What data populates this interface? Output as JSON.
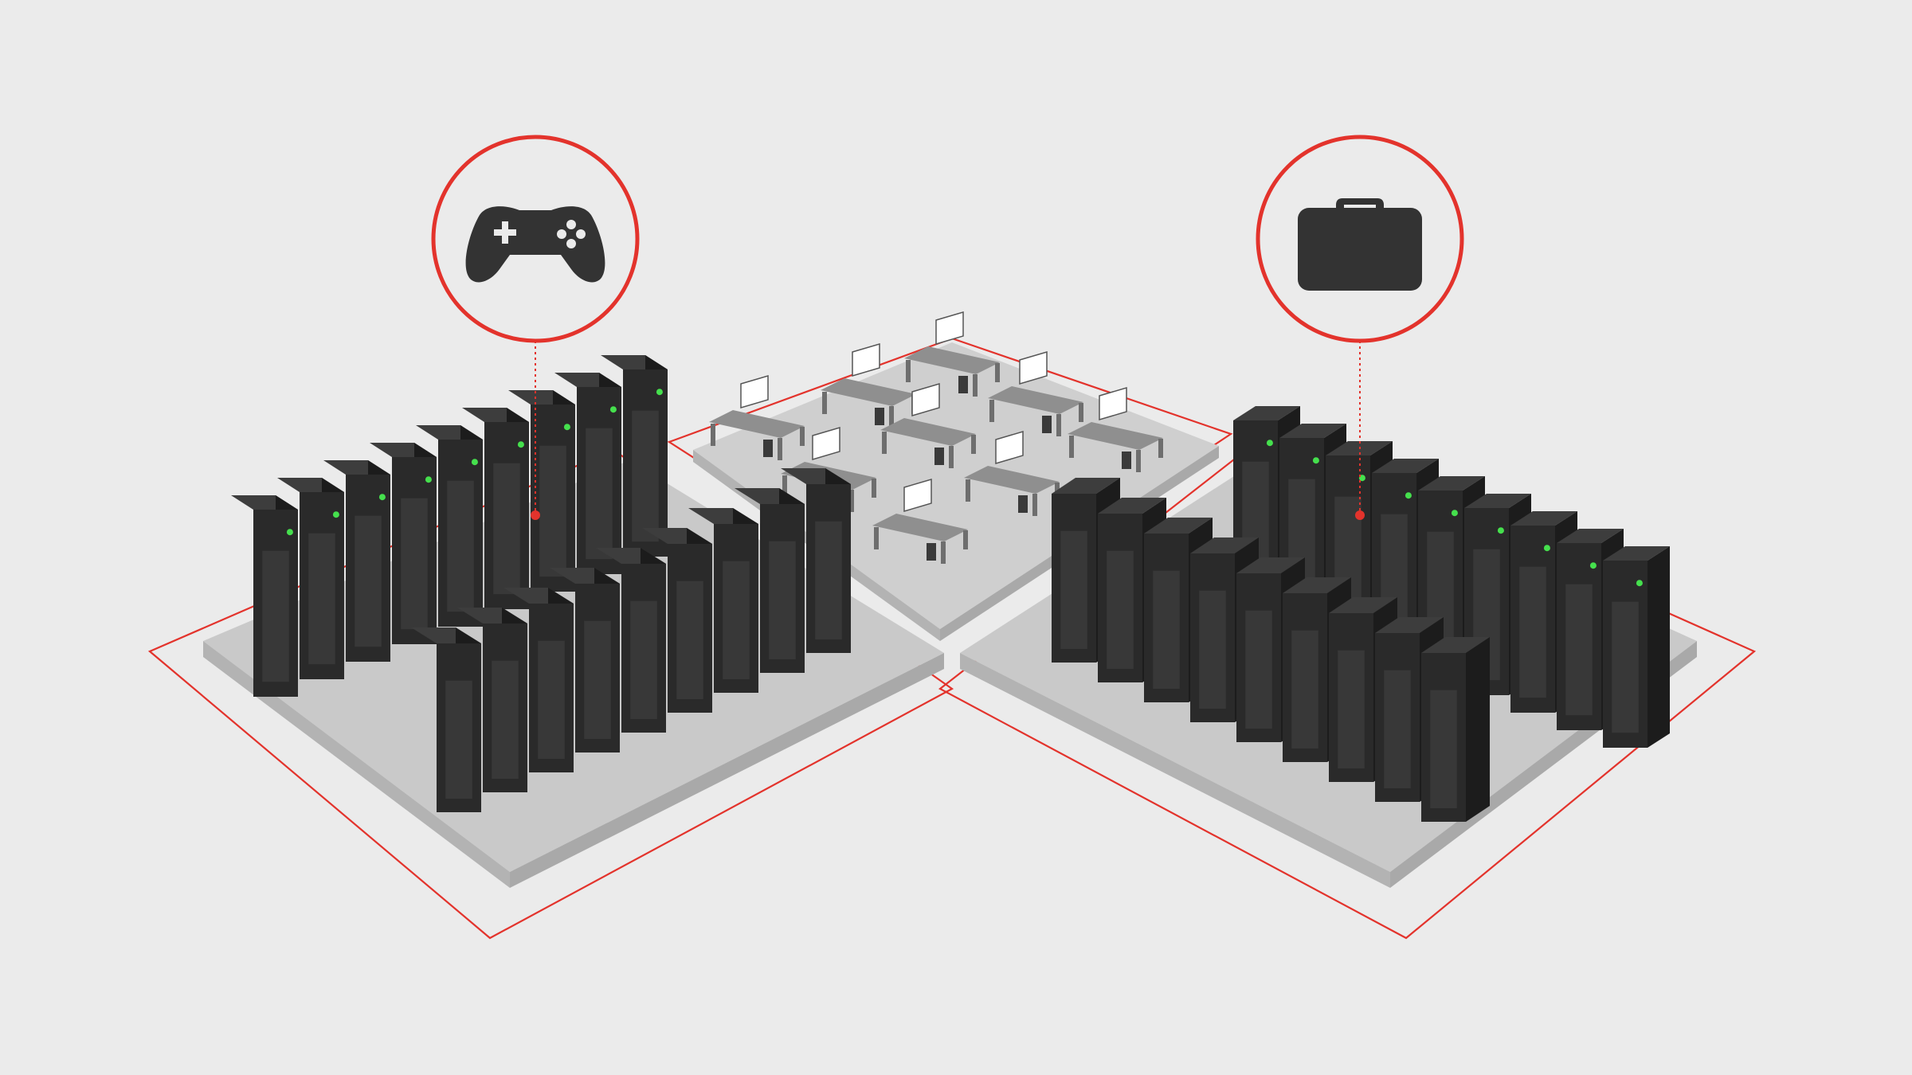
{
  "scene": {
    "callouts": [
      {
        "id": "gaming",
        "icon": "gamepad-icon"
      },
      {
        "id": "business",
        "icon": "briefcase-icon"
      }
    ],
    "colors": {
      "background": "#ebebeb",
      "accent_red": "#e3332c",
      "rack": "#2a2a2a",
      "status_led": "#45e04d",
      "platform": "#c9c9c9",
      "icon": "#333333"
    },
    "zones": [
      "gaming-datacenter",
      "office-area",
      "business-datacenter"
    ],
    "office_workstations": 9
  }
}
